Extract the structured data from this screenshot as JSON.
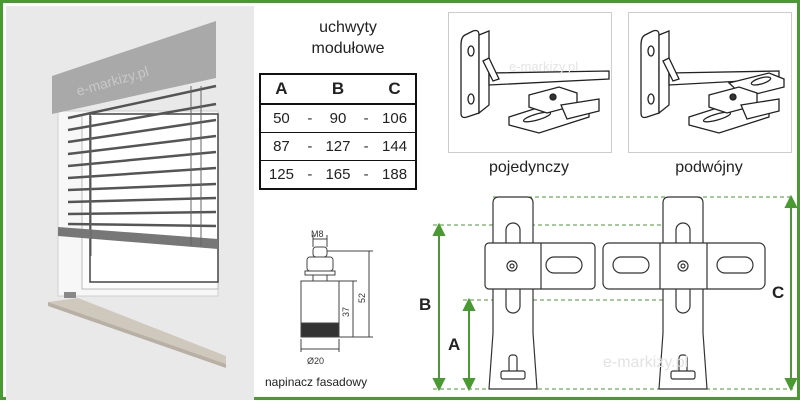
{
  "header": {
    "title_line1": "uchwyty",
    "title_line2": "modułowe"
  },
  "table": {
    "headers": [
      "A",
      "B",
      "C"
    ],
    "separator": "-",
    "rows": [
      [
        "50",
        "90",
        "106"
      ],
      [
        "87",
        "127",
        "144"
      ],
      [
        "125",
        "165",
        "188"
      ]
    ]
  },
  "brackets": {
    "single_label": "pojedynczy",
    "double_label": "podwójny"
  },
  "tensioner": {
    "caption": "napinacz fasadowy",
    "thread": "M8",
    "height_total": "52",
    "height_body": "37",
    "diameter": "Ø20"
  },
  "dimensions": {
    "a": "A",
    "b": "B",
    "c": "C"
  },
  "watermark": "e-markizy.pl",
  "colors": {
    "accent": "#4a9a32"
  }
}
